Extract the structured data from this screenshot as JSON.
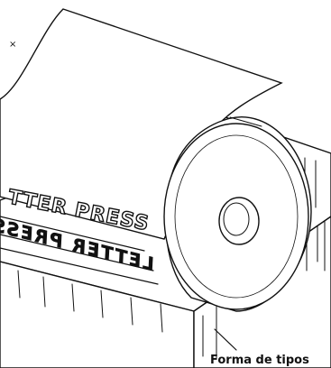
{
  "printed_text": "LETTER PRESS",
  "printed_text_visible": "TTER PRESS",
  "type_text_mirrored": "LETTER PRESS",
  "label_type_form": "Forma de tipos",
  "colors": {
    "ink": "#111111",
    "paper": "#ffffff"
  }
}
